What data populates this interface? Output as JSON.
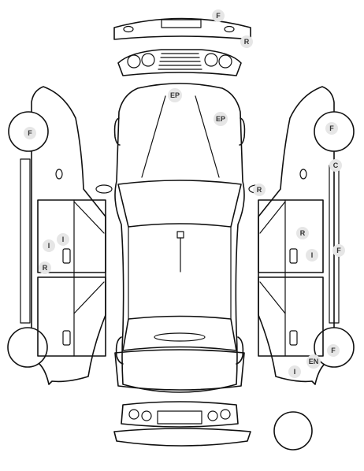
{
  "diagram": {
    "markers": [
      {
        "id": "front-bumper-top-f",
        "label": "F"
      },
      {
        "id": "front-bumper-top-r",
        "label": "R"
      },
      {
        "id": "windshield-left-ep",
        "label": "EP"
      },
      {
        "id": "windshield-right-ep",
        "label": "EP"
      },
      {
        "id": "right-mirror-r",
        "label": "R"
      },
      {
        "id": "left-front-wheel-f",
        "label": "F"
      },
      {
        "id": "left-door-i-1",
        "label": "I"
      },
      {
        "id": "left-door-i-2",
        "label": "I"
      },
      {
        "id": "left-door-r",
        "label": "R"
      },
      {
        "id": "right-front-wheel-f",
        "label": "F"
      },
      {
        "id": "right-sill-c",
        "label": "C"
      },
      {
        "id": "right-door-r",
        "label": "R"
      },
      {
        "id": "right-door-i",
        "label": "I"
      },
      {
        "id": "right-sill-f",
        "label": "F"
      },
      {
        "id": "right-rear-wheel-f",
        "label": "F"
      },
      {
        "id": "right-rear-en",
        "label": "EN"
      },
      {
        "id": "right-rear-i",
        "label": "I"
      }
    ]
  }
}
